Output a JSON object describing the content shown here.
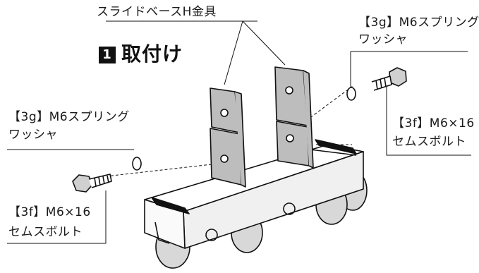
{
  "title": {
    "step": "1",
    "text": "取付け"
  },
  "labels": {
    "bracket": "スライドベースH金具",
    "washer_right_line1": "【3g】M6スプリング",
    "washer_right_line2": "ワッシャ",
    "bolt_right_line1": "【3f】M6×16",
    "bolt_right_line2": "セムスボルト",
    "washer_left_line1": "【3g】M6スプリング",
    "washer_left_line2": "ワッシャ",
    "bolt_left_line1": "【3f】M6×16",
    "bolt_left_line2": "セムスボルト"
  }
}
